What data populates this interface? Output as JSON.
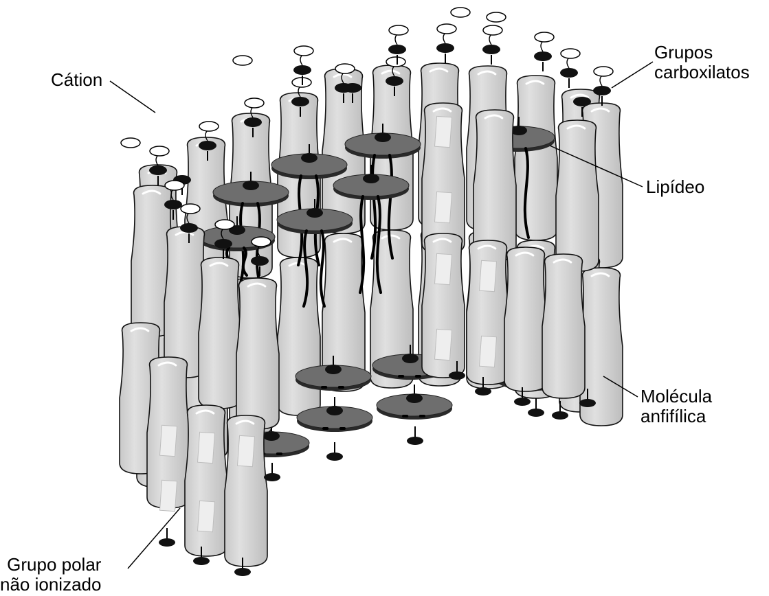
{
  "labels": {
    "cation": "Cátion",
    "carboxylate_1": "Grupos",
    "carboxylate_2": "carboxilatos",
    "lipid": "Lipídeo",
    "amphiphilic_1": "Molécula",
    "amphiphilic_2": "anfifílica",
    "polar_1": "Grupo polar",
    "polar_2": "não ionizado"
  },
  "colors": {
    "capsule_fill": "#d3d3d3",
    "capsule_stroke": "#111111",
    "lipid_disk": "#6e6e6e",
    "lipid_disk_edge": "#2a2a2a",
    "head_group": "#111111",
    "cation": "#ffffff",
    "polar_patch": "#eeeeee"
  }
}
